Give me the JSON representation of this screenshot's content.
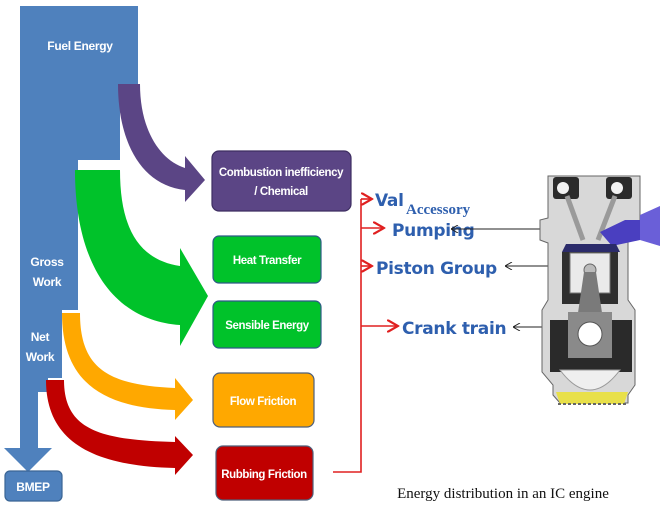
{
  "diagram": {
    "caption": "Energy distribution in an IC engine",
    "column": {
      "fuel_energy": "Fuel Energy",
      "gross_work": [
        "Gross",
        "Work"
      ],
      "net_work": [
        "Net",
        "Work"
      ],
      "bmep": "BMEP"
    },
    "loss_boxes": [
      {
        "id": "combustion",
        "lines": [
          "Combustion inefficiency",
          "/ Chemical"
        ],
        "color": "#5b4585"
      },
      {
        "id": "heat-transfer",
        "lines": [
          "Heat Transfer"
        ],
        "color": "#00c22a"
      },
      {
        "id": "sensible-energy",
        "lines": [
          "Sensible Energy"
        ],
        "color": "#00c22a"
      },
      {
        "id": "flow-friction",
        "lines": [
          "Flow Friction"
        ],
        "color": "#ffa800"
      },
      {
        "id": "rubbing-friction",
        "lines": [
          "Rubbing Friction"
        ],
        "color": "#c00000"
      }
    ],
    "friction_components": {
      "valvetrain_fragment": "Val",
      "accessory": "Accessory",
      "pumping": "Pumping",
      "piston_group": "Piston Group",
      "crank_train": "Crank train"
    },
    "colors": {
      "column_blue": "#4f81bd",
      "purple": "#5b4585",
      "green": "#00c22a",
      "orange": "#ffa800",
      "red": "#c00000",
      "bracket_red": "#e02020",
      "label_blue": "#2e5fae"
    }
  }
}
